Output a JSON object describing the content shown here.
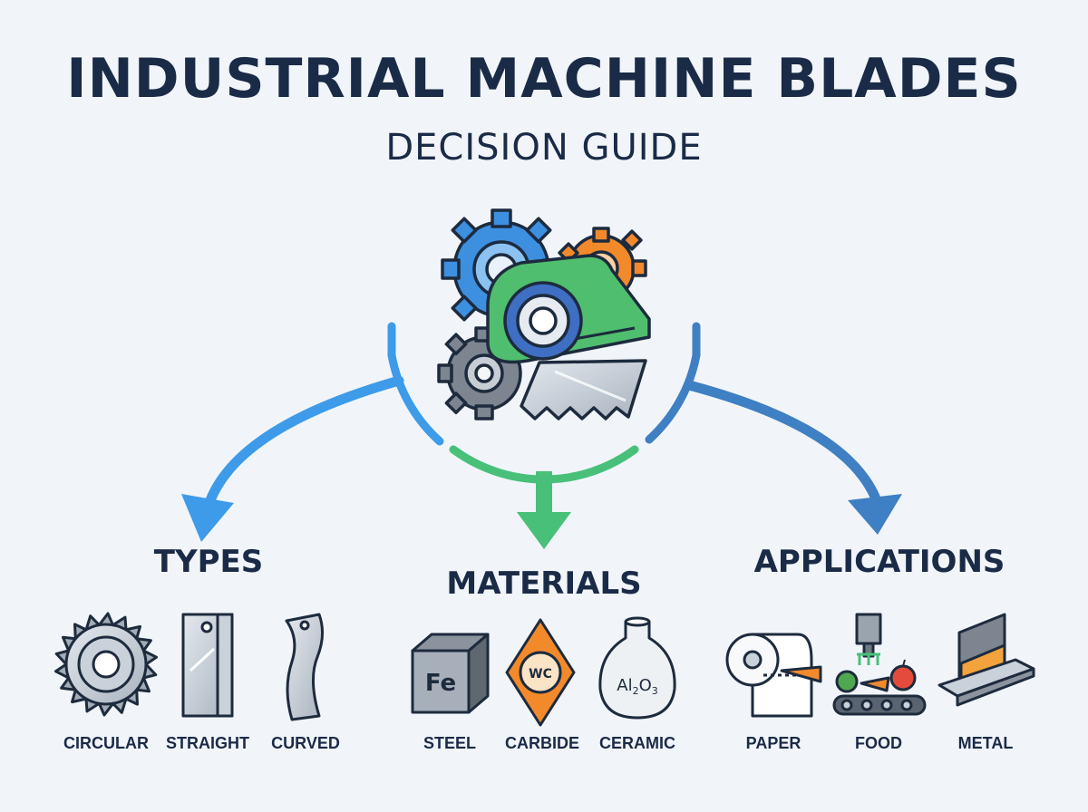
{
  "title": "INDUSTRIAL MACHINE BLADES",
  "subtitle": "DECISION GUIDE",
  "center": {
    "icon": "gears-and-blade-icon"
  },
  "colors": {
    "left_branch": "#3d9be9",
    "middle_branch": "#48c07a",
    "right_branch": "#3f7fc3",
    "text": "#1a2b47"
  },
  "categories": [
    {
      "heading": "TYPES",
      "items": [
        {
          "label": "CIRCULAR",
          "icon": "circular-saw-blade-icon"
        },
        {
          "label": "STRAIGHT",
          "icon": "straight-blade-icon"
        },
        {
          "label": "CURVED",
          "icon": "curved-blade-icon"
        }
      ]
    },
    {
      "heading": "MATERIALS",
      "items": [
        {
          "label": "STEEL",
          "icon": "steel-cube-icon",
          "symbol": "Fe"
        },
        {
          "label": "CARBIDE",
          "icon": "carbide-diamond-icon",
          "symbol": "WC"
        },
        {
          "label": "CERAMIC",
          "icon": "ceramic-vase-icon",
          "symbol": "Al2O3"
        }
      ]
    },
    {
      "heading": "APPLICATIONS",
      "items": [
        {
          "label": "PAPER",
          "icon": "paper-roll-icon"
        },
        {
          "label": "FOOD",
          "icon": "food-conveyor-icon"
        },
        {
          "label": "METAL",
          "icon": "metal-shear-icon"
        }
      ]
    }
  ]
}
